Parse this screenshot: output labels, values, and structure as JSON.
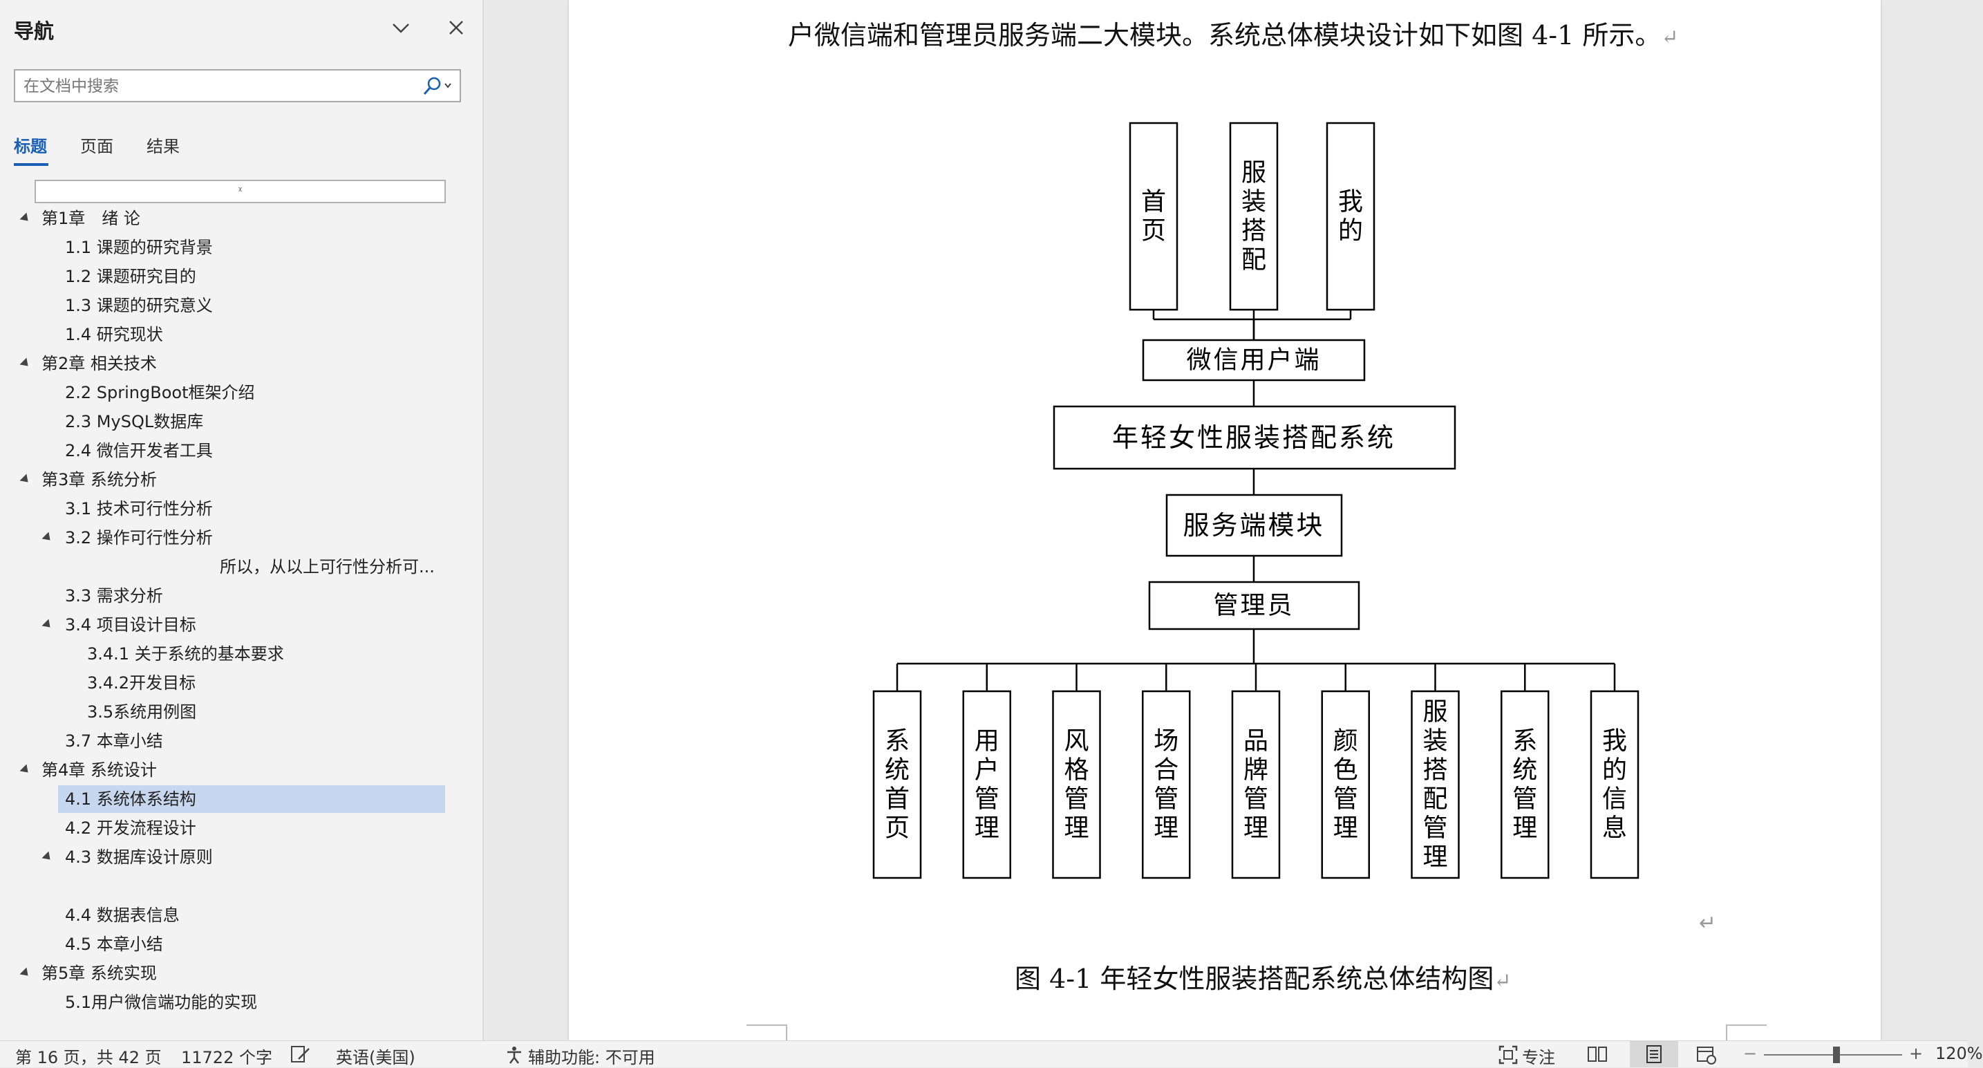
{
  "nav": {
    "title": "导航",
    "search_placeholder": "在文档中搜索",
    "tabs": [
      "标题",
      "页面",
      "结果"
    ],
    "heading_drop_glyph": "ᵡ",
    "headings": [
      {
        "label": "第1章　绪 论",
        "level": 1,
        "expanded": true
      },
      {
        "label": "1.1 课题的研究背景",
        "level": 2
      },
      {
        "label": "1.2 课题研究目的",
        "level": 2
      },
      {
        "label": "1.3 课题的研究意义",
        "level": 2
      },
      {
        "label": "1.4 研究现状",
        "level": 2
      },
      {
        "label": "第2章  相关技术",
        "level": 1,
        "expanded": true
      },
      {
        "label": "2.2  SpringBoot框架介绍",
        "level": 2
      },
      {
        "label": "2.3 MySQL数据库",
        "level": 2
      },
      {
        "label": "2.4 微信开发者工具",
        "level": 2
      },
      {
        "label": "第3章  系统分析",
        "level": 1,
        "expanded": true
      },
      {
        "label": "3.1 技术可行性分析",
        "level": 2
      },
      {
        "label": "3.2  操作可行性分析",
        "level": 2,
        "expanded": true
      },
      {
        "label": "所以，从以上可行性分析可...",
        "level": 4
      },
      {
        "label": "3.3 需求分析",
        "level": 2
      },
      {
        "label": "3.4 项目设计目标",
        "level": 2,
        "expanded": true
      },
      {
        "label": "3.4.1 关于系统的基本要求",
        "level": 3
      },
      {
        "label": "3.4.2开发目标",
        "level": 3
      },
      {
        "label": "3.5系统用例图",
        "level": 3
      },
      {
        "label": "3.7  本章小结",
        "level": 2
      },
      {
        "label": "第4章  系统设计",
        "level": 1,
        "expanded": true
      },
      {
        "label": "4.1 系统体系结构",
        "level": 2,
        "selected": true
      },
      {
        "label": "4.2  开发流程设计",
        "level": 2
      },
      {
        "label": "4.3  数据库设计原则",
        "level": 2,
        "expanded": true
      },
      {
        "label": "",
        "level": 2
      },
      {
        "label": "4.4  数据表信息",
        "level": 2
      },
      {
        "label": "4.5  本章小结",
        "level": 2
      },
      {
        "label": "第5章  系统实现",
        "level": 1,
        "expanded": true
      },
      {
        "label": "5.1用户微信端功能的实现",
        "level": 2
      }
    ]
  },
  "document": {
    "intro_text": "户微信端和管理员服务端二大模块。系统总体模块设计如下如图 4-1 所示。",
    "paragraph_mark": "↵",
    "caption": "图 4-1  年轻女性服装搭配系统总体结构图",
    "diagram": {
      "top_modules": [
        "首页",
        "服装搭配",
        "我的"
      ],
      "wechat_client": "微信用户端",
      "system": "年轻女性服装搭配系统",
      "server_module": "服务端模块",
      "admin": "管理员",
      "admin_modules": [
        "系统首页",
        "用户管理",
        "风格管理",
        "场合管理",
        "品牌管理",
        "颜色管理",
        "服装搭配管理",
        "系统管理",
        "我的信息"
      ]
    }
  },
  "status": {
    "page": "第 16 页，共 42 页",
    "words": "11722 个字",
    "language": "英语(美国)",
    "accessibility": "辅助功能: 不可用",
    "focus": "专注",
    "zoom": "120%"
  }
}
